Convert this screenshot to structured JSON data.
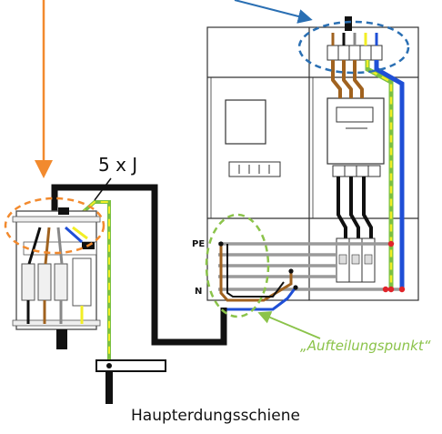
{
  "labels": {
    "cable_count": "5 x J",
    "pe_rail": "PE",
    "n_rail": "N",
    "split_point": "„Aufteilungspunkt“",
    "main_earth_bar": "Haupterdungsschiene"
  },
  "colors": {
    "cable_black": "#111111",
    "wire_brown": "#a0621f",
    "wire_blue": "#1f4fd6",
    "wire_yellow": "#f2ee25",
    "wire_green": "#7bc043",
    "arrow_orange": "#f28a2e",
    "arrow_blue": "#2a6fb3",
    "marker_green": "#8bc34a",
    "terminal_red": "#e0242a",
    "rail_gray": "#9a9a9a"
  }
}
